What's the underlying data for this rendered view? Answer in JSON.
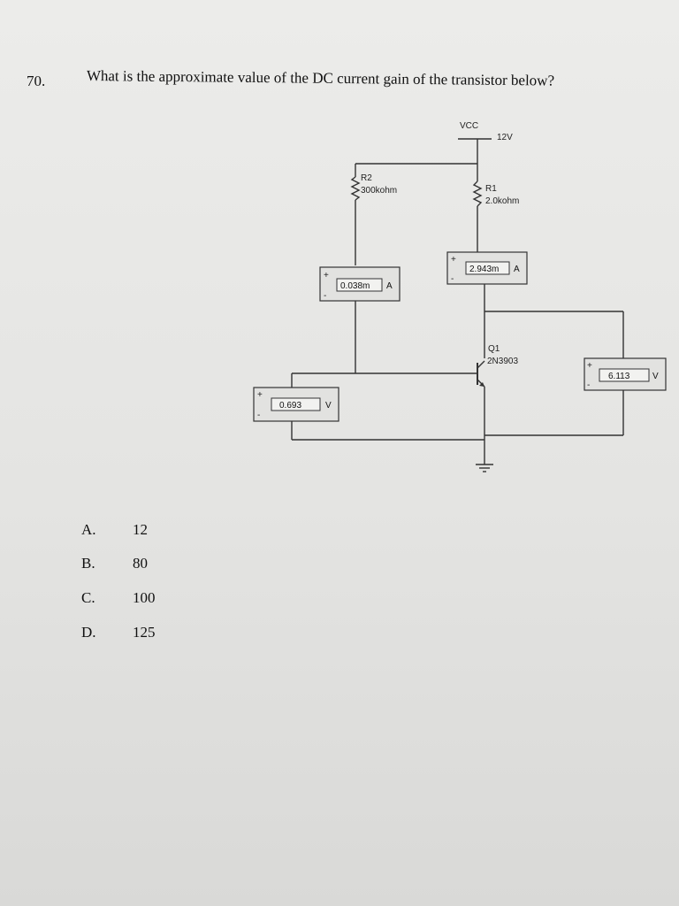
{
  "question": {
    "number": "70.",
    "text": "What is the approximate value of the DC current gain of the transistor below?"
  },
  "circuit": {
    "vcc_label": "VCC",
    "vcc_value": "12V",
    "r2_name": "R2",
    "r2_value": "300kohm",
    "r1_name": "R1",
    "r1_value": "2.0kohm",
    "q1_name": "Q1",
    "q1_part": "2N3903",
    "meter_base_current": "0.038m",
    "meter_base_unit": "A",
    "meter_collector_current": "2.943m",
    "meter_collector_unit": "A",
    "meter_vbe": "0.693",
    "meter_vbe_unit": "V",
    "meter_vce": "6.113",
    "meter_vce_unit": "V",
    "plus_sign": "+",
    "minus_sign": "-"
  },
  "choices": [
    {
      "letter": "A.",
      "value": "12"
    },
    {
      "letter": "B.",
      "value": "80"
    },
    {
      "letter": "C.",
      "value": "100"
    },
    {
      "letter": "D.",
      "value": "125"
    }
  ]
}
